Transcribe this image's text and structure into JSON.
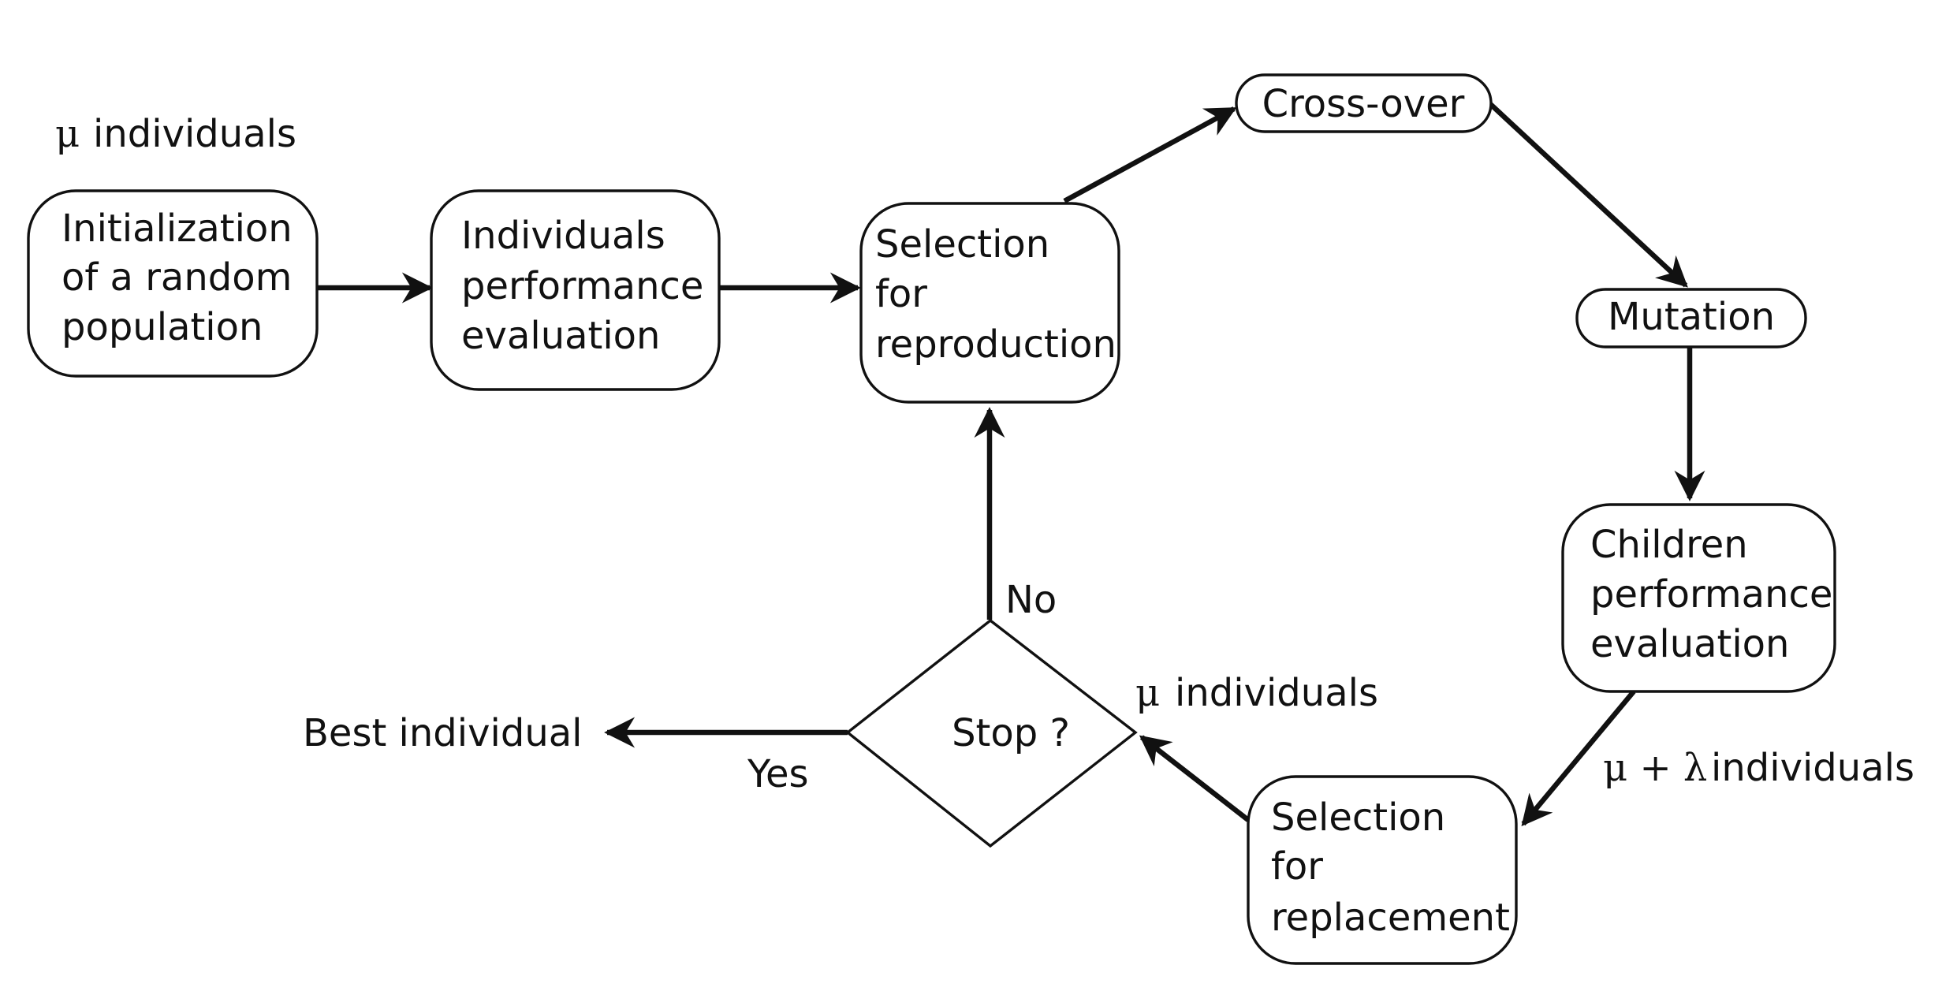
{
  "nodes": {
    "init": {
      "lines": [
        "Initialization",
        "of a random",
        "population"
      ]
    },
    "indiv_eval": {
      "lines": [
        "Individuals",
        "performance",
        "evaluation"
      ]
    },
    "sel_repro": {
      "lines": [
        "Selection",
        "for",
        "reproduction"
      ]
    },
    "crossover": {
      "lines": [
        "Cross-over"
      ]
    },
    "mutation": {
      "lines": [
        "Mutation"
      ]
    },
    "children_eval": {
      "lines": [
        "Children",
        "performance",
        "evaluation"
      ]
    },
    "sel_replace": {
      "lines": [
        "Selection",
        "for",
        "replacement"
      ]
    },
    "stop": {
      "label": "Stop ?"
    }
  },
  "annotations": {
    "mu_top": {
      "symbol": "μ",
      "text": "individuals"
    },
    "mu_mid": {
      "symbol": "μ",
      "text": "individuals"
    },
    "mu_lambda": {
      "symbol": "μ + λ",
      "text": "individuals"
    },
    "best_individual": "Best individual",
    "yes": "Yes",
    "no": "No"
  }
}
